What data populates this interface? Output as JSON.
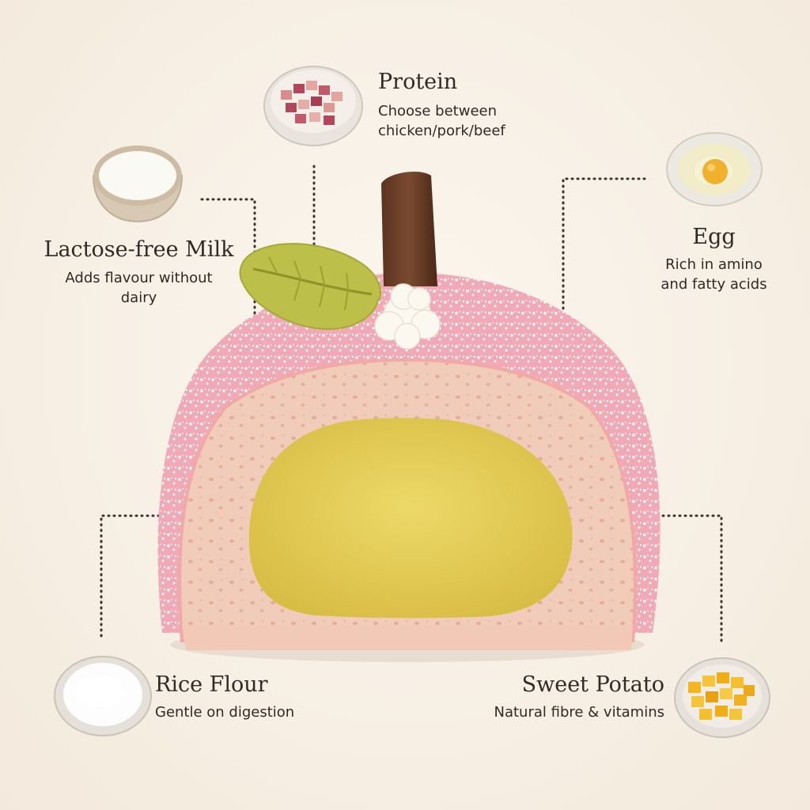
{
  "ingredients": {
    "protein": {
      "title": "Protein",
      "desc_line1": "Choose between",
      "desc_line2": "chicken/pork/beef",
      "icon": "diced-meat-bowl-icon"
    },
    "milk": {
      "title": "Lactose-free Milk",
      "desc_line1": "Adds flavour without",
      "desc_line2": "dairy",
      "icon": "milk-bowl-icon"
    },
    "egg": {
      "title": "Egg",
      "desc_line1": "Rich in amino",
      "desc_line2": "and fatty acids",
      "icon": "egg-bowl-icon"
    },
    "rice_flour": {
      "title": "Rice Flour",
      "desc_line1": "Gentle on digestion",
      "icon": "rice-flour-bowl-icon"
    },
    "sweet_potato": {
      "title": "Sweet Potato",
      "desc_line1": "Natural fibre & vitamins",
      "icon": "sweet-potato-bowl-icon"
    }
  },
  "colors": {
    "background": "#f8f1e8",
    "text": "#2e2a26",
    "cake_pink": "#f3b7c0",
    "cake_filling": "#e8d25e",
    "sponge": "#f2cdbb"
  }
}
